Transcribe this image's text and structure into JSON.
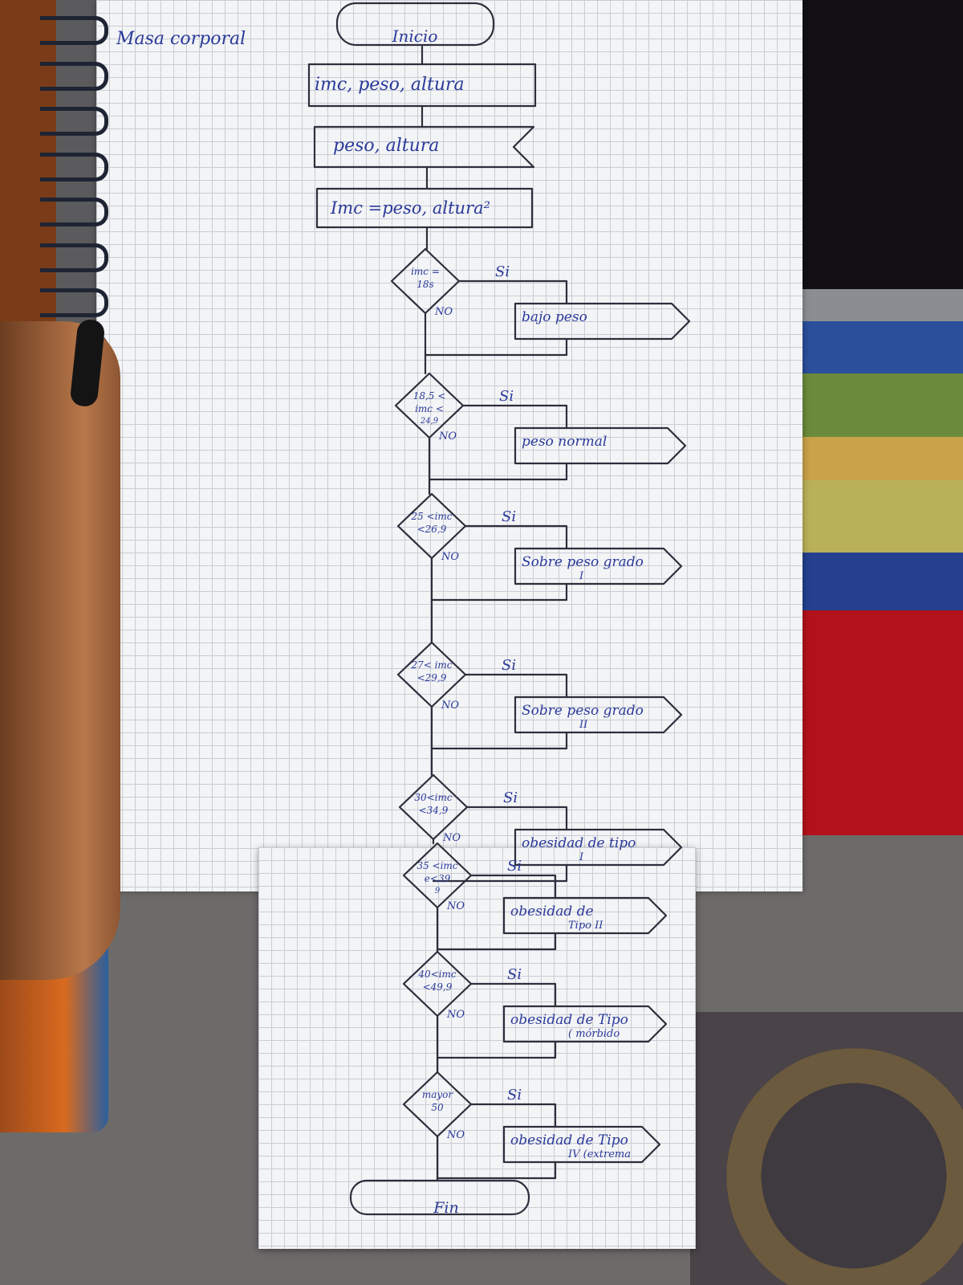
{
  "page_title": "Masa corporal",
  "start": "Inicio",
  "input": "imc, peso, altura",
  "read": "peso, altura",
  "process": "Imc =peso, altura²",
  "yes": "Si",
  "no": "NO",
  "end": "Fin",
  "decisions": [
    {
      "line1": "imc =",
      "line2": "18s",
      "line3": "",
      "yes_label": "Si",
      "no_label": "NO",
      "output1": "bajo peso",
      "output2": ""
    },
    {
      "line1": "18,5 <",
      "line2": "imc <",
      "line3": "24,9",
      "yes_label": "Si",
      "no_label": "NO",
      "output1": "peso normal",
      "output2": ""
    },
    {
      "line1": "25 <imc",
      "line2": "<26,9",
      "line3": "",
      "yes_label": "Si",
      "no_label": "NO",
      "output1": "Sobre peso grado",
      "output2": "I"
    },
    {
      "line1": "27< imc",
      "line2": "<29,9",
      "line3": "",
      "yes_label": "Si",
      "no_label": "NO",
      "output1": "Sobre peso grado",
      "output2": "II"
    },
    {
      "line1": "30<imc",
      "line2": "<34,9",
      "line3": "",
      "yes_label": "Si",
      "no_label": "NO",
      "output1": "obesidad de tipo",
      "output2": "I"
    },
    {
      "line1": "35 <imc",
      "line2": "e<39",
      "line3": "9",
      "yes_label": "Si",
      "no_label": "NO",
      "output1": "obesidad de",
      "output2": "Tipo II"
    },
    {
      "line1": "40<imc",
      "line2": "<49,9",
      "line3": "",
      "yes_label": "Si",
      "no_label": "NO",
      "output1": "obesidad de Tipo",
      "output2": "( mórbido"
    },
    {
      "line1": "mayor",
      "line2": "50",
      "line3": "",
      "yes_label": "Si",
      "no_label": "NO",
      "output1": "obesidad de Tipo",
      "output2": "IV (extrema"
    }
  ]
}
